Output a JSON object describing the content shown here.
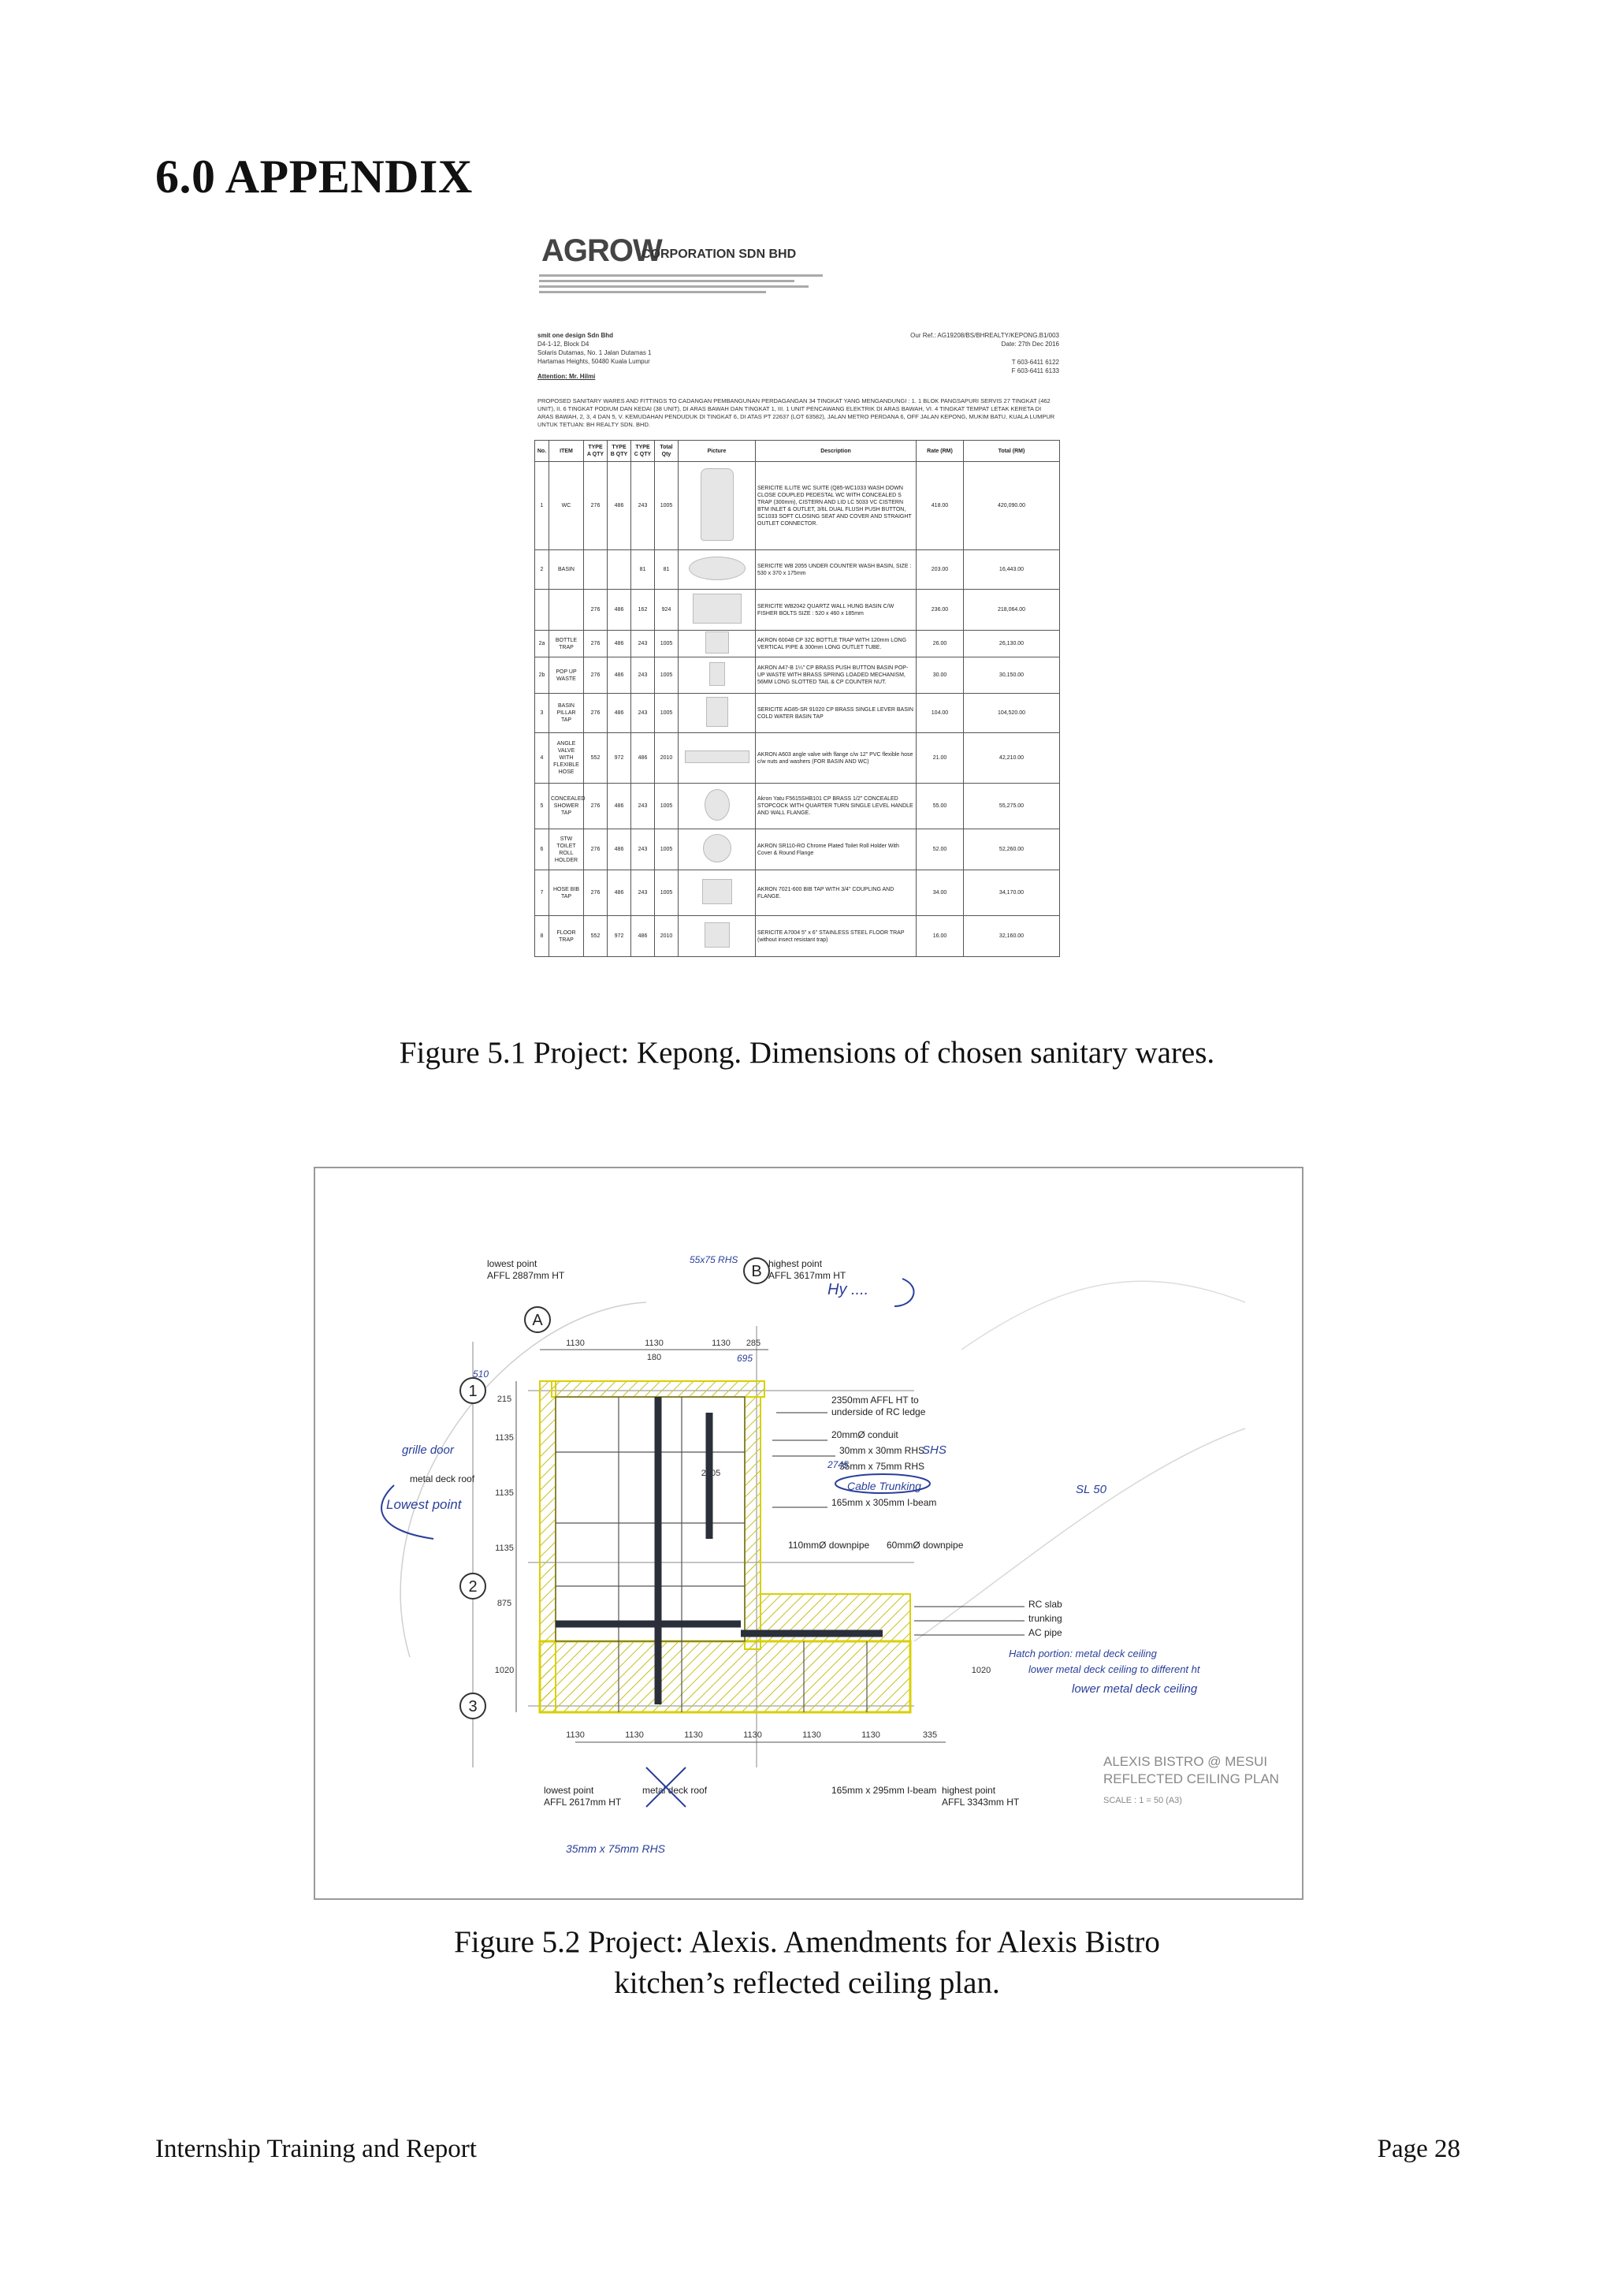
{
  "heading": "6.0 APPENDIX",
  "quotation": {
    "company": "CORPORATION SDN BHD",
    "logo_text": "AGROW",
    "recipient": [
      "smit one design Sdn Bhd",
      "D4-1-12, Block D4",
      "Solaris Dutamas, No. 1 Jalan Dutamas 1",
      "Hartamas Heights, 50480 Kuala Lumpur"
    ],
    "attention": "Attention: Mr. Hilmi",
    "our_ref": "Our Ref.: AG19208/BS/BHREALTY/KEPONG.B1/003",
    "date": "Date: 27th Dec 2016",
    "phone": "T 603-6411 6122",
    "fax": "F 603-6411 6133",
    "subject": "PROPOSED SANITARY WARES AND FITTINGS TO CADANGAN PEMBANGUNAN PERDAGANGAN 34 TINGKAT YANG MENGANDUNGI : 1. 1 BLOK PANGSAPURI SERVIS 27 TINGKAT (462 UNIT), II. 6 TINGKAT PODIUM DAN KEDAI (38 UNIT), DI ARAS BAWAH DAN TINGKAT 1, III. 1 UNIT PENCAWANG ELEKTRIK DI ARAS BAWAH, VI. 4 TINGKAT TEMPAT LETAK KERETA DI ARAS BAWAH, 2, 3, 4 DAN 5, V. KEMUDAHAN PENDUDUK DI TINGKAT 6, DI ATAS PT 22637 (LOT 63582), JALAN METRO PERDANA 6, OFF JALAN KEPONG, MUKIM BATU, KUALA LUMPUR UNTUK TETUAN: BH REALTY SDN. BHD.",
    "columns": [
      "No.",
      "ITEM",
      "TYPE A QTY",
      "TYPE B QTY",
      "TYPE C QTY",
      "Total Qty",
      "Picture",
      "Description",
      "Rate (RM)",
      "Total (RM)"
    ],
    "rows": [
      {
        "no": "1",
        "item": "WC",
        "a": "276",
        "b": "486",
        "c": "243",
        "total_qty": "1005",
        "desc": "SERICITE ILLITE WC SUITE (Q85-WC1033 WASH DOWN CLOSE COUPLED PEDESTAL WC WITH CONCEALED S TRAP (300mm), CISTERN AND LID LC 5033 VC CISTERN BTM INLET & OUTLET, 3/6L DUAL FLUSH PUSH BUTTON, SC1033 SOFT CLOSING SEAT AND COVER AND STRAIGHT OUTLET CONNECTOR.",
        "rate": "418.00",
        "total": "420,090.00"
      },
      {
        "no": "2",
        "item": "BASIN",
        "a": "",
        "b": "",
        "c": "81",
        "total_qty": "81",
        "desc": "SERICITE WB 2055 UNDER COUNTER WASH BASIN, SIZE : 530 x 370 x 175mm",
        "rate": "203.00",
        "total": "16,443.00"
      },
      {
        "no": "",
        "item": "",
        "a": "276",
        "b": "486",
        "c": "162",
        "total_qty": "924",
        "desc": "SERICITE WB2042 QUARTZ WALL HUNG BASIN C/W FISHER BOLTS SIZE : 520 x 460 x 185mm",
        "rate": "236.00",
        "total": "218,064.00"
      },
      {
        "no": "2a",
        "item": "BOTTLE TRAP",
        "a": "276",
        "b": "486",
        "c": "243",
        "total_qty": "1005",
        "desc": "AKRON 60048 CP 32C BOTTLE TRAP WITH 120mm LONG VERTICAL PIPE & 300mm LONG OUTLET TUBE.",
        "rate": "26.00",
        "total": "26,130.00"
      },
      {
        "no": "2b",
        "item": "POP UP WASTE",
        "a": "276",
        "b": "486",
        "c": "243",
        "total_qty": "1005",
        "desc": "AKRON A47-B 1¼\" CP BRASS PUSH BUTTON BASIN POP-UP WASTE WITH BRASS SPRING LOADED MECHANISM, 56MM LONG SLOTTED TAIL & CP COUNTER NUT.",
        "rate": "30.00",
        "total": "30,150.00"
      },
      {
        "no": "3",
        "item": "BASIN PILLAR TAP",
        "a": "276",
        "b": "486",
        "c": "243",
        "total_qty": "1005",
        "desc": "SERICITE AG85-SR 91020 CP BRASS SINGLE LEVER BASIN COLD WATER BASIN TAP",
        "rate": "104.00",
        "total": "104,520.00"
      },
      {
        "no": "4",
        "item": "ANGLE VALVE WITH FLEXIBLE HOSE",
        "a": "552",
        "b": "972",
        "c": "486",
        "total_qty": "2010",
        "desc": "AKRON A603 angle valve with flange c/w 12\" PVC flexible hose c/w nuts and washers (FOR BASIN AND WC)",
        "rate": "21.00",
        "total": "42,210.00"
      },
      {
        "no": "5",
        "item": "CONCEALED SHOWER TAP",
        "a": "276",
        "b": "486",
        "c": "243",
        "total_qty": "1005",
        "desc": "Akron Yatu F5615SHB101 CP BRASS 1/2\" CONCEALED STOPCOCK WITH QUARTER TURN SINGLE LEVEL HANDLE AND WALL FLANGE.",
        "rate": "55.00",
        "total": "55,275.00"
      },
      {
        "no": "6",
        "item": "STW TOILET ROLL HOLDER",
        "a": "276",
        "b": "486",
        "c": "243",
        "total_qty": "1005",
        "desc": "AKRON SR110-RO Chrome Plated Toilet Roll Holder With Cover & Round Flange",
        "rate": "52.00",
        "total": "52,260.00"
      },
      {
        "no": "7",
        "item": "HOSE BIB TAP",
        "a": "276",
        "b": "486",
        "c": "243",
        "total_qty": "1005",
        "desc": "AKRON 7021-600 BIB TAP WITH 3/4\" COUPLING AND FLANGE.",
        "rate": "34.00",
        "total": "34,170.00"
      },
      {
        "no": "8",
        "item": "FLOOR TRAP",
        "a": "552",
        "b": "972",
        "c": "486",
        "total_qty": "2010",
        "desc": "SERICITE A7004 5\" x 6\" STAINLESS STEEL FLOOR TRAP (without insect resistant trap)",
        "rate": "16.00",
        "total": "32,160.00"
      }
    ]
  },
  "caption1": "Figure 5.1 Project: Kepong. Dimensions of chosen sanitary wares.",
  "drawing": {
    "labels": {
      "lowest_left": "lowest point",
      "lowest_left_ht": "AFFL 2887mm HT",
      "highest_top": "highest point",
      "highest_top_ht": "AFFL 3617mm HT",
      "grid_a": "A",
      "grid_b": "B",
      "grid_1": "1",
      "grid_2": "2",
      "grid_3": "3",
      "dim_top_1": "1130",
      "dim_top_2": "1130",
      "dim_top_3": "1130",
      "dim_top_4": "285",
      "dim_top_5": "180",
      "dim_left_1": "1135",
      "dim_left_2": "1135",
      "dim_left_3": "1135",
      "dim_left_4": "875",
      "dim_left_5": "1020",
      "dim_left_6": "215",
      "dim_right": "1020",
      "dim_mid": "2705",
      "bottom_dims": [
        "1130",
        "1130",
        "1130",
        "1130",
        "1130",
        "1130",
        "335"
      ],
      "rc_ledge": "2350mm AFFL HT to",
      "rc_ledge_2": "underside of RC ledge",
      "conduit": "20mmØ conduit",
      "rhs1": "30mm x 30mm RHS",
      "rhs2": "35mm x 75mm RHS",
      "ibeam": "165mm x 305mm I-beam",
      "downpipe1": "110mmØ downpipe",
      "downpipe2": "60mmØ downpipe",
      "rc_slab": "RC slab",
      "trunking": "trunking",
      "ac_pipe": "AC pipe",
      "metal_deck_roof": "metal deck roof",
      "lowest_bottom": "lowest point",
      "lowest_bottom_ht": "AFFL 2617mm HT",
      "metal_deck_bottom": "metal deck roof",
      "ibeam_bottom": "165mm x 295mm I-beam",
      "highest_bottom": "highest point",
      "highest_bottom_ht": "AFFL 3343mm HT",
      "title_1": "ALEXIS BISTRO @ MESUI",
      "title_2": "REFLECTED CEILING PLAN",
      "scale": "SCALE : 1 = 50 (A3)"
    },
    "handwritten": {
      "grille": "grille door",
      "lowest": "Lowest point",
      "hy": "Hy ....",
      "shs": "SHS",
      "sl": "SL 50",
      "cable": "Cable Trunking",
      "hatch": "Hatch portion: metal deck ceiling",
      "diff": "lower metal deck ceiling to different ht",
      "lower": "lower metal deck ceiling",
      "bottom": "35mm x 75mm RHS",
      "n510": "510",
      "n695": "695",
      "n2745": "2745",
      "top_note": "55x75 RHS"
    }
  },
  "caption2_line1": "Figure 5.2 Project: Alexis. Amendments for Alexis Bistro",
  "caption2_line2": "kitchen’s reflected ceiling plan.",
  "footer_left": "Internship Training and Report",
  "footer_right": "Page 28"
}
